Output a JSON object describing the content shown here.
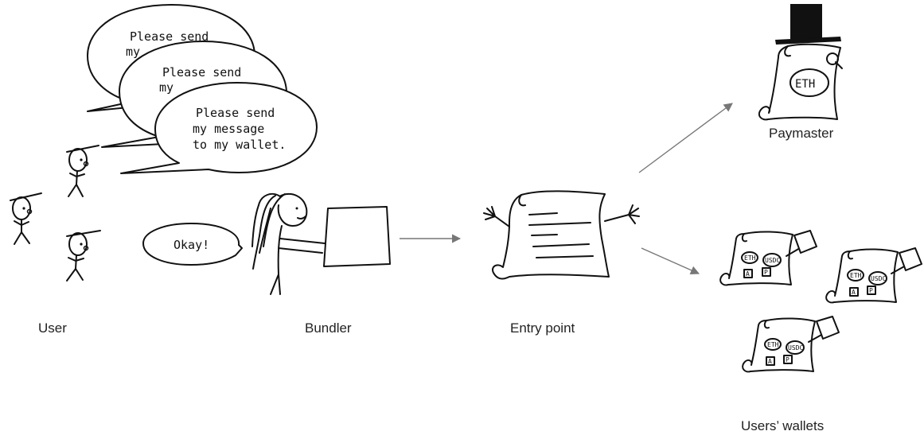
{
  "bubbles": {
    "back_line1": "Please send",
    "back_line2": "my",
    "middle_line1": "Please send",
    "middle_line2": "my",
    "front_line1": "Please send",
    "front_line2": "my message",
    "front_line3": "to my wallet.",
    "bundler_reply": "Okay!"
  },
  "labels": {
    "user": "User",
    "bundler": "Bundler",
    "entry_point": "Entry point",
    "paymaster": "Paymaster",
    "users_wallets": "Users’ wallets"
  },
  "paymaster_badge": "ETH",
  "wallet_tokens": [
    "ETH",
    "USDC",
    "A",
    "P"
  ]
}
